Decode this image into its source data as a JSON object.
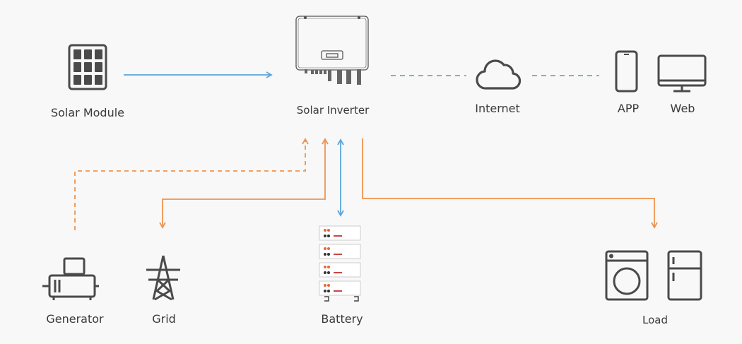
{
  "nodes": {
    "solar_module": "Solar Module",
    "solar_inverter": "Solar Inverter",
    "internet": "Internet",
    "app": "APP",
    "web": "Web",
    "generator": "Generator",
    "grid": "Grid",
    "battery": "Battery",
    "load": "Load"
  },
  "colors": {
    "dc_flow": "#5aa5de",
    "ac_flow": "#ee9450",
    "data_link": "#6fae98",
    "icon": "#4a4a4a"
  },
  "icons": [
    "solar-panel-icon",
    "inverter-icon",
    "cloud-icon",
    "phone-icon",
    "monitor-icon",
    "generator-icon",
    "power-tower-icon",
    "battery-stack-icon",
    "washing-machine-icon",
    "refrigerator-icon"
  ]
}
